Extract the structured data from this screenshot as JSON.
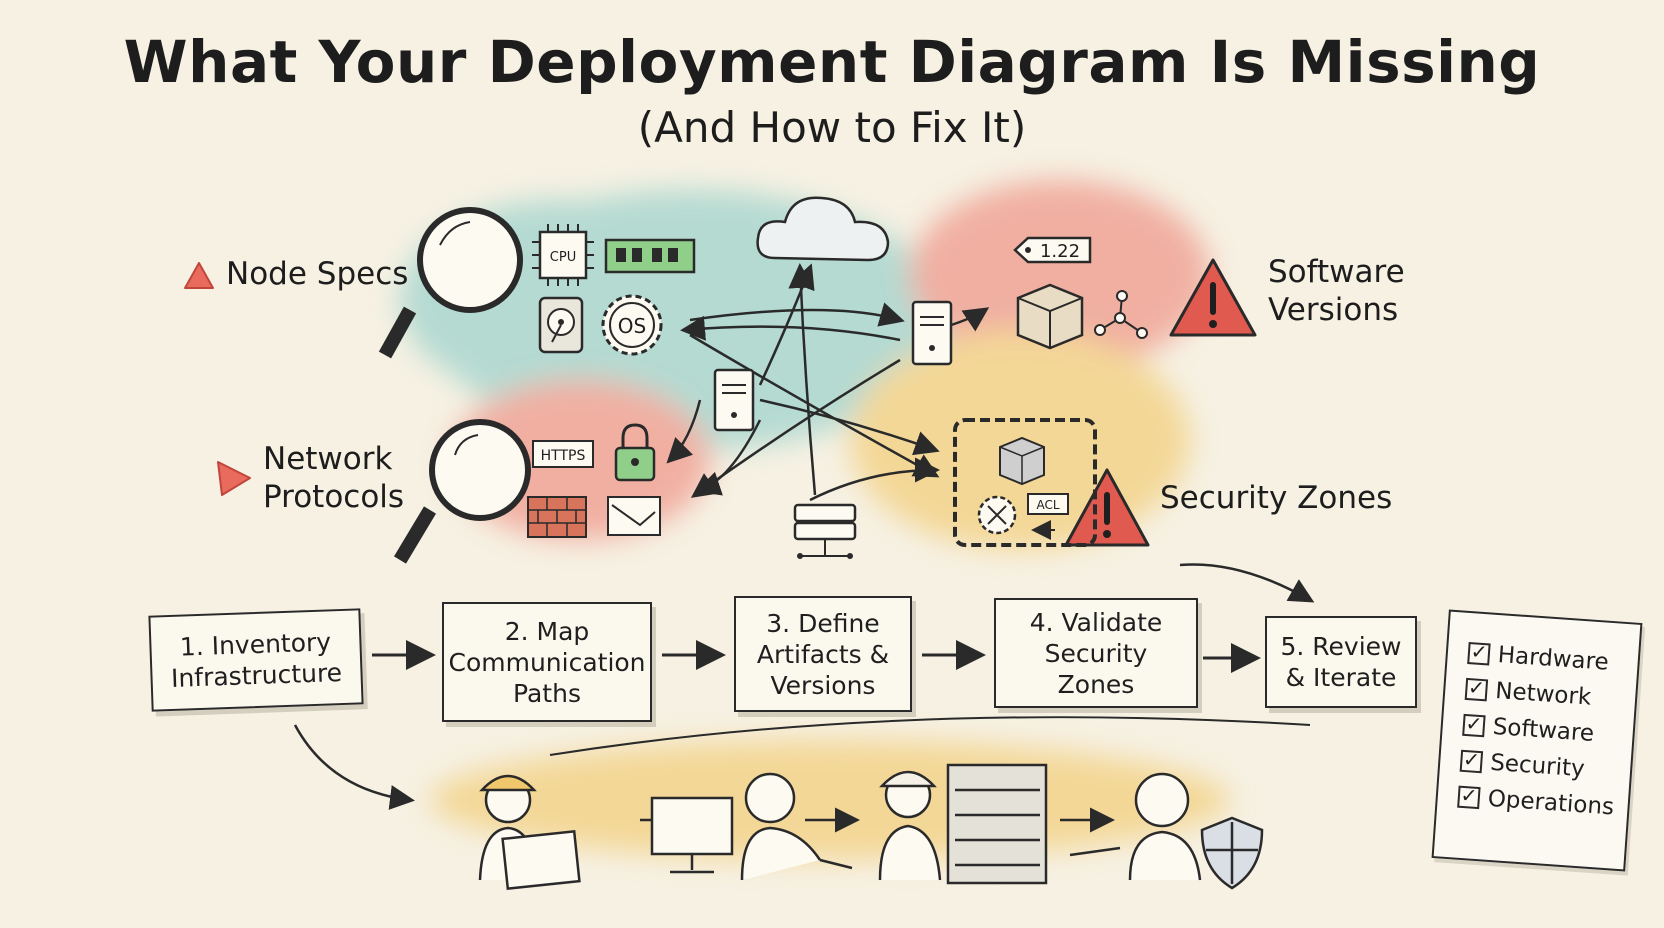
{
  "title": {
    "main": "What Your Deployment Diagram Is Missing",
    "sub": "(And How to Fix It)"
  },
  "callouts": {
    "node_specs": "Node Specs",
    "network_protocols": "Network\nProtocols",
    "software_versions": "Software\nVersions",
    "security_zones": "Security Zones"
  },
  "icon_text": {
    "cpu": "CPU",
    "os": "OS",
    "https": "HTTPS",
    "version_tag": "1.22",
    "acl": "ACL"
  },
  "steps": [
    {
      "label": "1. Inventory\nInfrastructure"
    },
    {
      "label": "2. Map\nCommunication\nPaths"
    },
    {
      "label": "3. Define\nArtifacts &\nVersions"
    },
    {
      "label": "4. Validate\nSecurity Zones"
    },
    {
      "label": "5. Review\n& Iterate"
    }
  ],
  "checklist": [
    "Hardware",
    "Network",
    "Software",
    "Security",
    "Operations"
  ],
  "colors": {
    "teal_wash": "#9fd3cc",
    "red_wash": "#ef9a8c",
    "yellow_wash": "#f3cf7e",
    "warning_red": "#e05a4f",
    "paper": "#f6f1e3",
    "ink": "#1f1f1f"
  },
  "icons": [
    "magnifier-icon",
    "cpu-icon",
    "ram-icon",
    "hard-disk-icon",
    "os-gear-icon",
    "cloud-icon",
    "server-icon",
    "package-icon",
    "network-graph-icon",
    "warning-icon",
    "https-badge-icon",
    "padlock-icon",
    "firewall-icon",
    "chain-icon",
    "shield-icon",
    "people-icon"
  ]
}
